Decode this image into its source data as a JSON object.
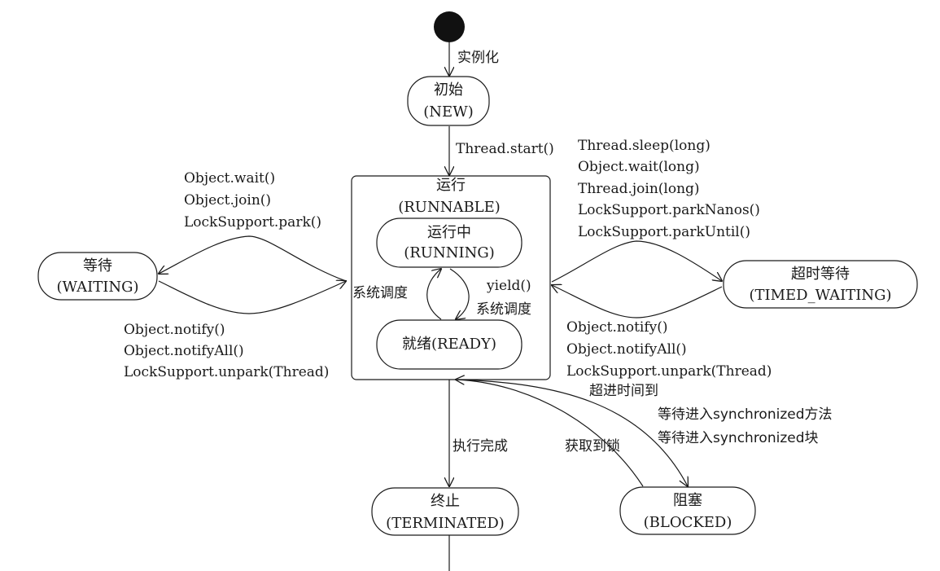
{
  "nodes": {
    "new": {
      "title": "初始",
      "subtitle": "(NEW)"
    },
    "runnable": {
      "title": "运行",
      "subtitle": "(RUNNABLE)"
    },
    "running": {
      "title": "运行中",
      "subtitle": "(RUNNING)"
    },
    "ready": {
      "title": "就绪(READY)"
    },
    "waiting": {
      "title": "等待",
      "subtitle": "(WAITING)"
    },
    "timed_waiting": {
      "title": "超时等待",
      "subtitle": "(TIMED_WAITING)"
    },
    "terminated": {
      "title": "终止",
      "subtitle": "(TERMINATED)"
    },
    "blocked": {
      "title": "阻塞",
      "subtitle": "(BLOCKED)"
    }
  },
  "edges": {
    "instantiate": "实例化",
    "thread_start": "Thread.start()",
    "to_waiting": [
      "Object.wait()",
      "Object.join()",
      "LockSupport.park()"
    ],
    "from_waiting": [
      "Object.notify()",
      "Object.notifyAll()",
      "LockSupport.unpark(Thread)"
    ],
    "to_timed_waiting": [
      "Thread.sleep(long)",
      "Object.wait(long)",
      "Thread.join(long)",
      "LockSupport.parkNanos()",
      "LockSupport.parkUntil()"
    ],
    "from_timed_waiting": [
      "Object.notify()",
      "Object.notifyAll()",
      "LockSupport.unpark(Thread)",
      "超进时间到"
    ],
    "schedule_left": "系统调度",
    "yield": "yield()",
    "schedule_right": "系统调度",
    "finish": "执行完成",
    "acquire_lock": "获取到锁",
    "to_blocked": [
      "等待进入synchronized方法",
      "等待进入synchronized块"
    ]
  }
}
